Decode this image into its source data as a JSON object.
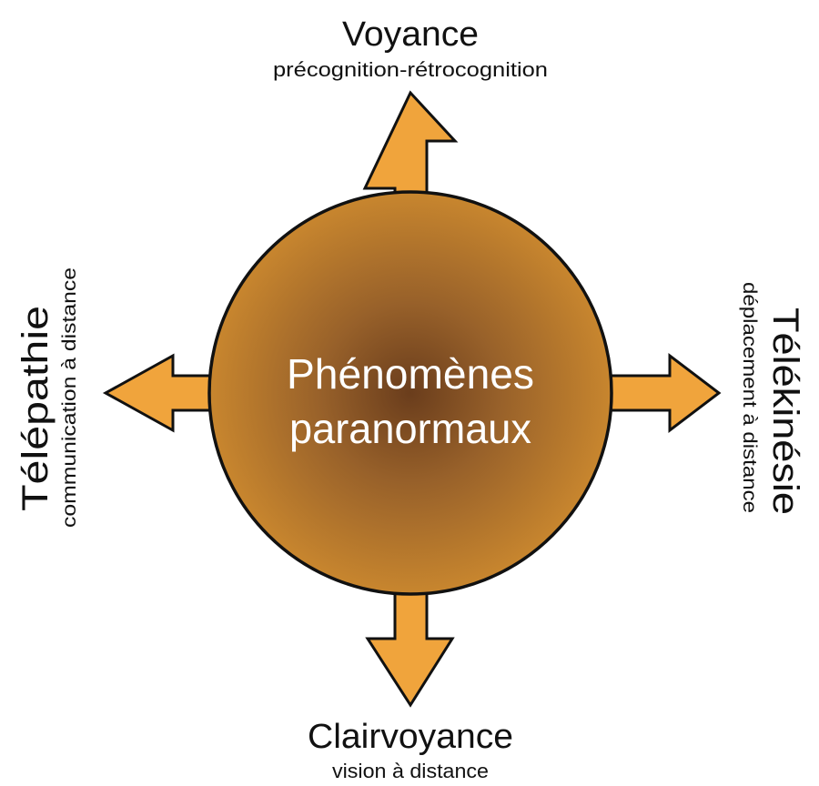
{
  "center": {
    "line1": "Phénomènes",
    "line2": "paranormaux"
  },
  "branches": {
    "top": {
      "title": "Voyance",
      "subtitle": "précognition-rétrocognition"
    },
    "bottom": {
      "title": "Clairvoyance",
      "subtitle": "vision à distance"
    },
    "left": {
      "title": "Télépathie",
      "subtitle": "communication à distance"
    },
    "right": {
      "title": "Télékinésie",
      "subtitle": "déplacement à distance"
    }
  },
  "colors": {
    "arrow_fill": "#f0a43c",
    "circle_edge": "#c8862e",
    "circle_center": "#6a3d1c",
    "outline": "#111111",
    "center_text": "#ffffff"
  }
}
